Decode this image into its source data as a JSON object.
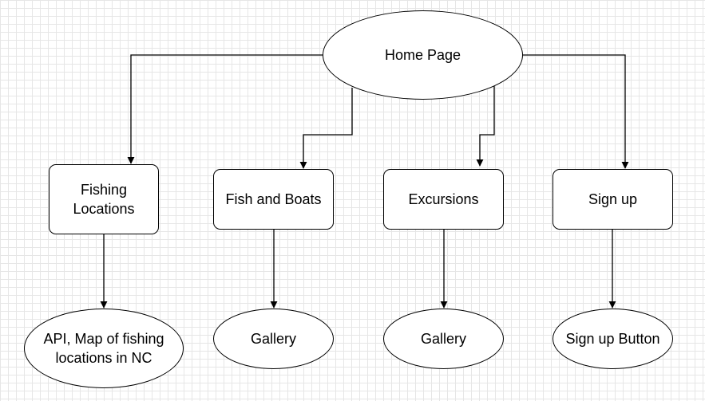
{
  "diagram": {
    "nodes": {
      "home_page": "Home Page",
      "fishing_locations": "Fishing\nLocations",
      "fish_and_boats": "Fish and Boats",
      "excursions": "Excursions",
      "sign_up": "Sign up",
      "api_map": "API, Map of fishing\nlocations in NC",
      "gallery_fish": "Gallery",
      "gallery_excursions": "Gallery",
      "sign_up_button": "Sign up Button"
    },
    "edges": [
      {
        "from": "home_page",
        "to": "fishing_locations"
      },
      {
        "from": "home_page",
        "to": "fish_and_boats"
      },
      {
        "from": "home_page",
        "to": "excursions"
      },
      {
        "from": "home_page",
        "to": "sign_up"
      },
      {
        "from": "fishing_locations",
        "to": "api_map"
      },
      {
        "from": "fish_and_boats",
        "to": "gallery_fish"
      },
      {
        "from": "excursions",
        "to": "gallery_excursions"
      },
      {
        "from": "sign_up",
        "to": "sign_up_button"
      }
    ],
    "colors": {
      "background": "#ffffff",
      "grid": "#e6e6e6",
      "stroke": "#000000",
      "node_fill": "#ffffff"
    }
  }
}
